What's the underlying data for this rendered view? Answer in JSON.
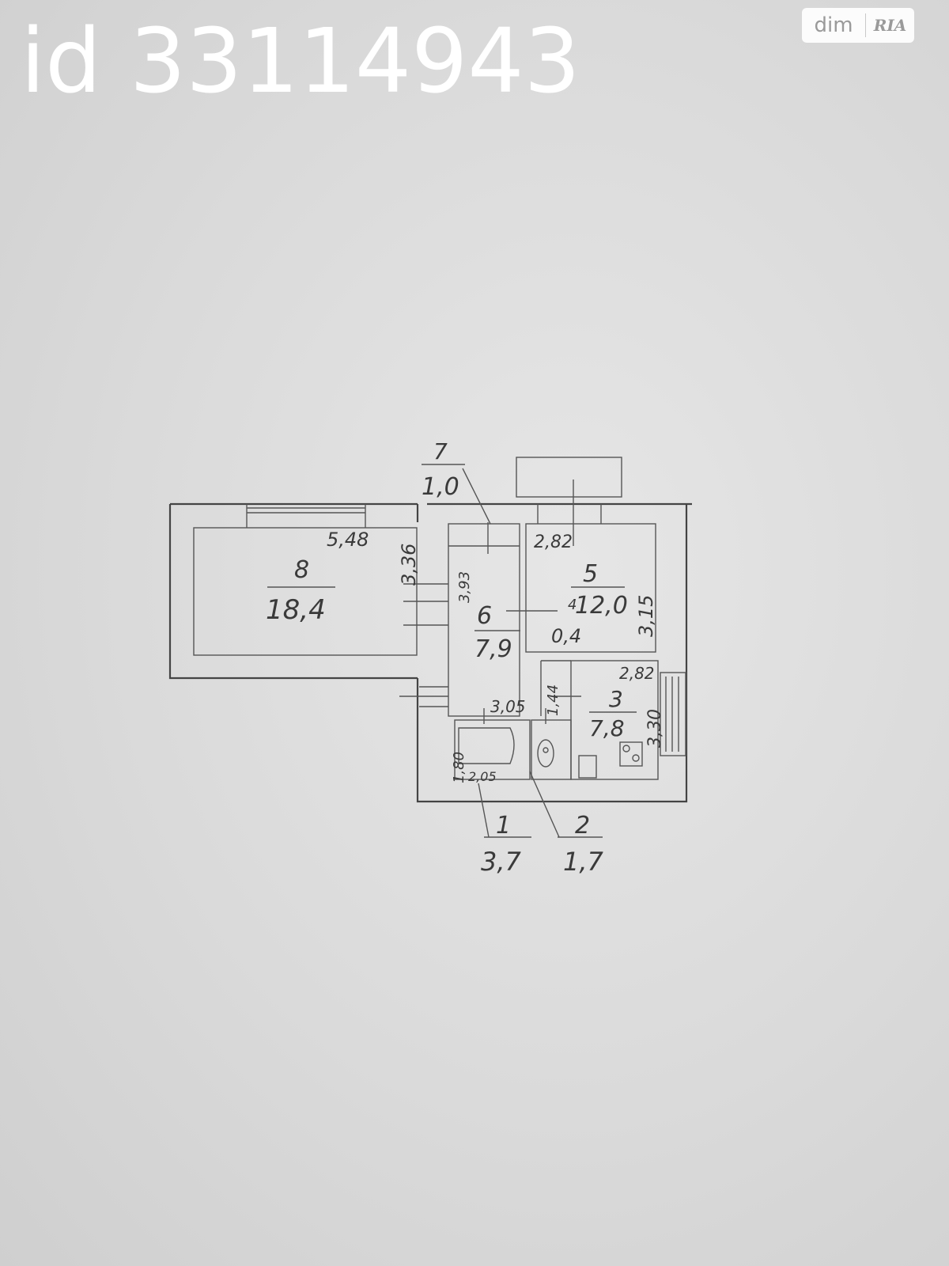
{
  "listing": {
    "id_label": "id 33114943"
  },
  "watermark": {
    "brand_left": "dim",
    "brand_right": "RIA"
  },
  "plan": {
    "rooms": {
      "r8": {
        "number": "8",
        "area": "18,4"
      },
      "r7": {
        "number": "7",
        "area": "1,0"
      },
      "r6": {
        "number": "6",
        "area": "7,9"
      },
      "r5": {
        "number": "5",
        "area": "12,0"
      },
      "r4": {
        "number": "4",
        "area": "0,4"
      },
      "r3": {
        "number": "3",
        "area": "7,8"
      },
      "r1": {
        "number": "1",
        "area": "3,7"
      },
      "r2": {
        "number": "2",
        "area": "1,7"
      }
    },
    "dimensions": {
      "d548": "5,48",
      "d336": "3,36",
      "d393": "3,93",
      "d282top": "2,82",
      "d315": "3,15",
      "d305": "3,05",
      "d282mid": "2,82",
      "d330": "3,30",
      "d144": "1,44",
      "d180": "1,80",
      "d205": "2,05"
    }
  }
}
